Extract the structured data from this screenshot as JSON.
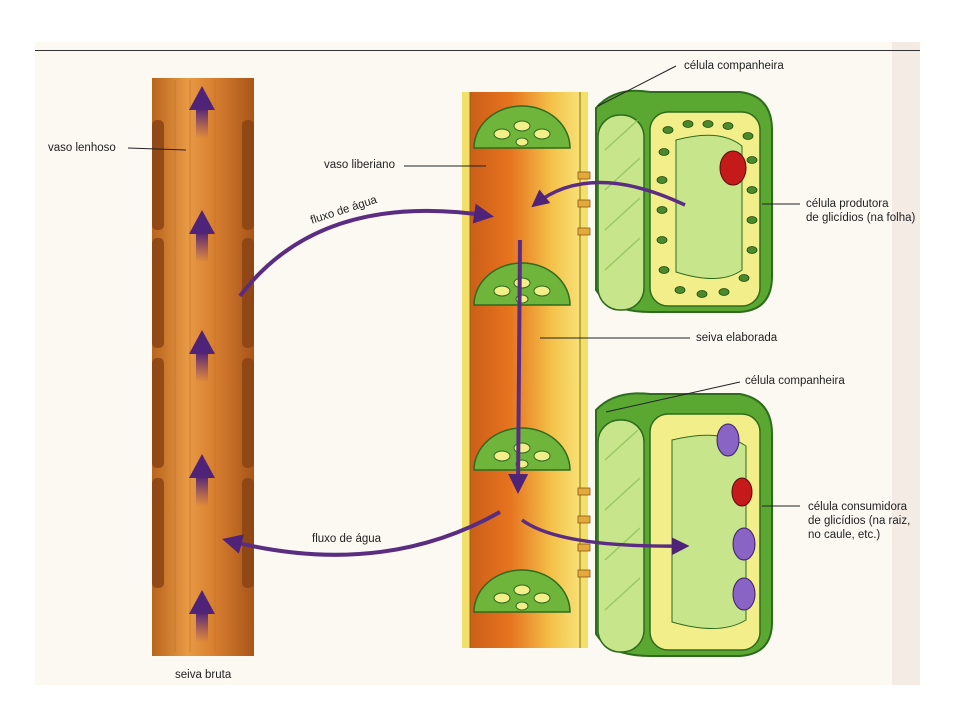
{
  "labels": {
    "vaso_lenhoso": "vaso lenhoso",
    "vaso_liberiano": "vaso liberiano",
    "fluxo_agua_top": "fluxo de água",
    "fluxo_agua_bottom": "fluxo de água",
    "seiva_bruta": "seiva bruta",
    "seiva_elaborada": "seiva elaborada",
    "celula_companheira_top": "célula companheira",
    "celula_companheira_bottom": "célula companheira",
    "celula_produtora": [
      "célula produtora",
      "de glicídios (na folha)"
    ],
    "celula_consumidora": [
      "célula consumidora",
      "de glicídios (na raiz,",
      "no caule, etc.)"
    ]
  },
  "colors": {
    "xylem": "#d9822b",
    "phloem": "#e07a1f",
    "companion_green": "#5aa832",
    "cell_yellow": "#f2ee8a",
    "arrow_purple": "#5a2d82"
  }
}
